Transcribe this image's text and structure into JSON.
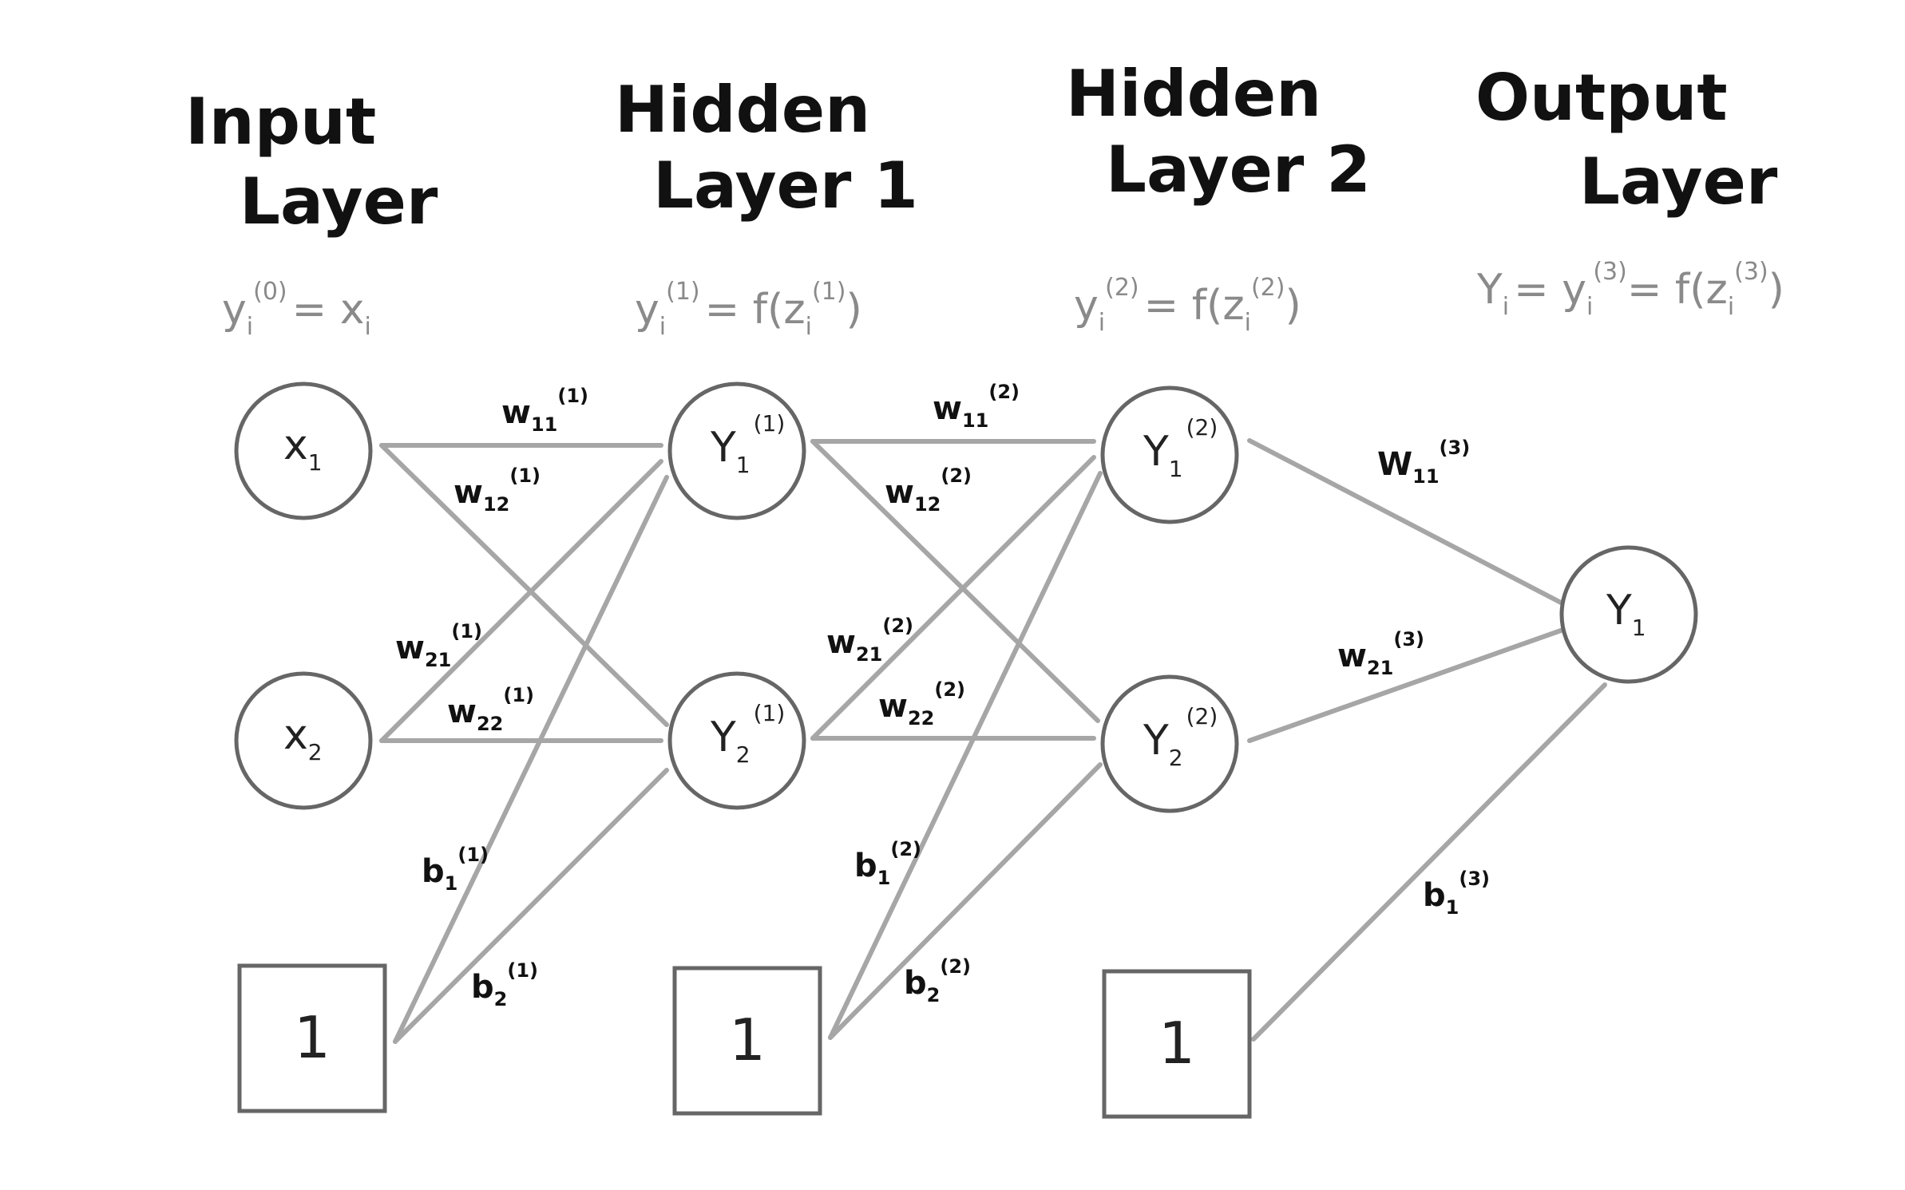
{
  "layers": [
    {
      "title_line1": "Input",
      "title_line2": "Layer",
      "formula": {
        "base": "y",
        "sub": "i",
        "sup": "(0)",
        "rhs": "= x",
        "rhs_sub": "i"
      }
    },
    {
      "title_line1": "Hidden",
      "title_line2": "Layer 1",
      "formula": {
        "base": "y",
        "sub": "i",
        "sup": "(1)",
        "rhs": "= f(z",
        "rhs_sub": "i",
        "rhs_sup": "(1)",
        "rhs_end": ")"
      }
    },
    {
      "title_line1": "Hidden",
      "title_line2": "Layer 2",
      "formula": {
        "base": "y",
        "sub": "i",
        "sup": "(2)",
        "rhs": "= f(z",
        "rhs_sub": "i",
        "rhs_sup": "(2)",
        "rhs_end": ")"
      }
    },
    {
      "title_line1": "Output",
      "title_line2": "Layer",
      "formula": {
        "pre": "Y",
        "pre_sub": "i",
        "base": "= y",
        "sub": "i",
        "sup": "(3)",
        "rhs": "= f(z",
        "rhs_sub": "i",
        "rhs_sup": "(3)",
        "rhs_end": ")"
      }
    }
  ],
  "nodes": {
    "x1": {
      "base": "x",
      "sub": "1"
    },
    "x2": {
      "base": "x",
      "sub": "2"
    },
    "h1_1": {
      "base": "Y",
      "sub": "1",
      "sup": "(1)"
    },
    "h1_2": {
      "base": "Y",
      "sub": "2",
      "sup": "(1)"
    },
    "h2_1": {
      "base": "Y",
      "sub": "1",
      "sup": "(2)"
    },
    "h2_2": {
      "base": "Y",
      "sub": "2",
      "sup": "(2)"
    },
    "out": {
      "base": "Y",
      "sub": "1"
    },
    "bias1": "1",
    "bias2": "1",
    "bias3": "1"
  },
  "weights": {
    "w11_1": {
      "base": "w",
      "sub": "11",
      "sup": "(1)"
    },
    "w12_1": {
      "base": "w",
      "sub": "12",
      "sup": "(1)"
    },
    "w21_1": {
      "base": "w",
      "sub": "21",
      "sup": "(1)"
    },
    "w22_1": {
      "base": "w",
      "sub": "22",
      "sup": "(1)"
    },
    "b1_1": {
      "base": "b",
      "sub": "1",
      "sup": "(1)"
    },
    "b2_1": {
      "base": "b",
      "sub": "2",
      "sup": "(1)"
    },
    "w11_2": {
      "base": "w",
      "sub": "11",
      "sup": "(2)"
    },
    "w12_2": {
      "base": "w",
      "sub": "12",
      "sup": "(2)"
    },
    "w21_2": {
      "base": "w",
      "sub": "21",
      "sup": "(2)"
    },
    "w22_2": {
      "base": "w",
      "sub": "22",
      "sup": "(2)"
    },
    "b1_2": {
      "base": "b",
      "sub": "1",
      "sup": "(2)"
    },
    "b2_2": {
      "base": "b",
      "sub": "2",
      "sup": "(2)"
    },
    "w11_3": {
      "base": "W",
      "sub": "11",
      "sup": "(3)"
    },
    "w21_3": {
      "base": "w",
      "sub": "21",
      "sup": "(3)"
    },
    "b1_3": {
      "base": "b",
      "sub": "1",
      "sup": "(3)"
    }
  }
}
